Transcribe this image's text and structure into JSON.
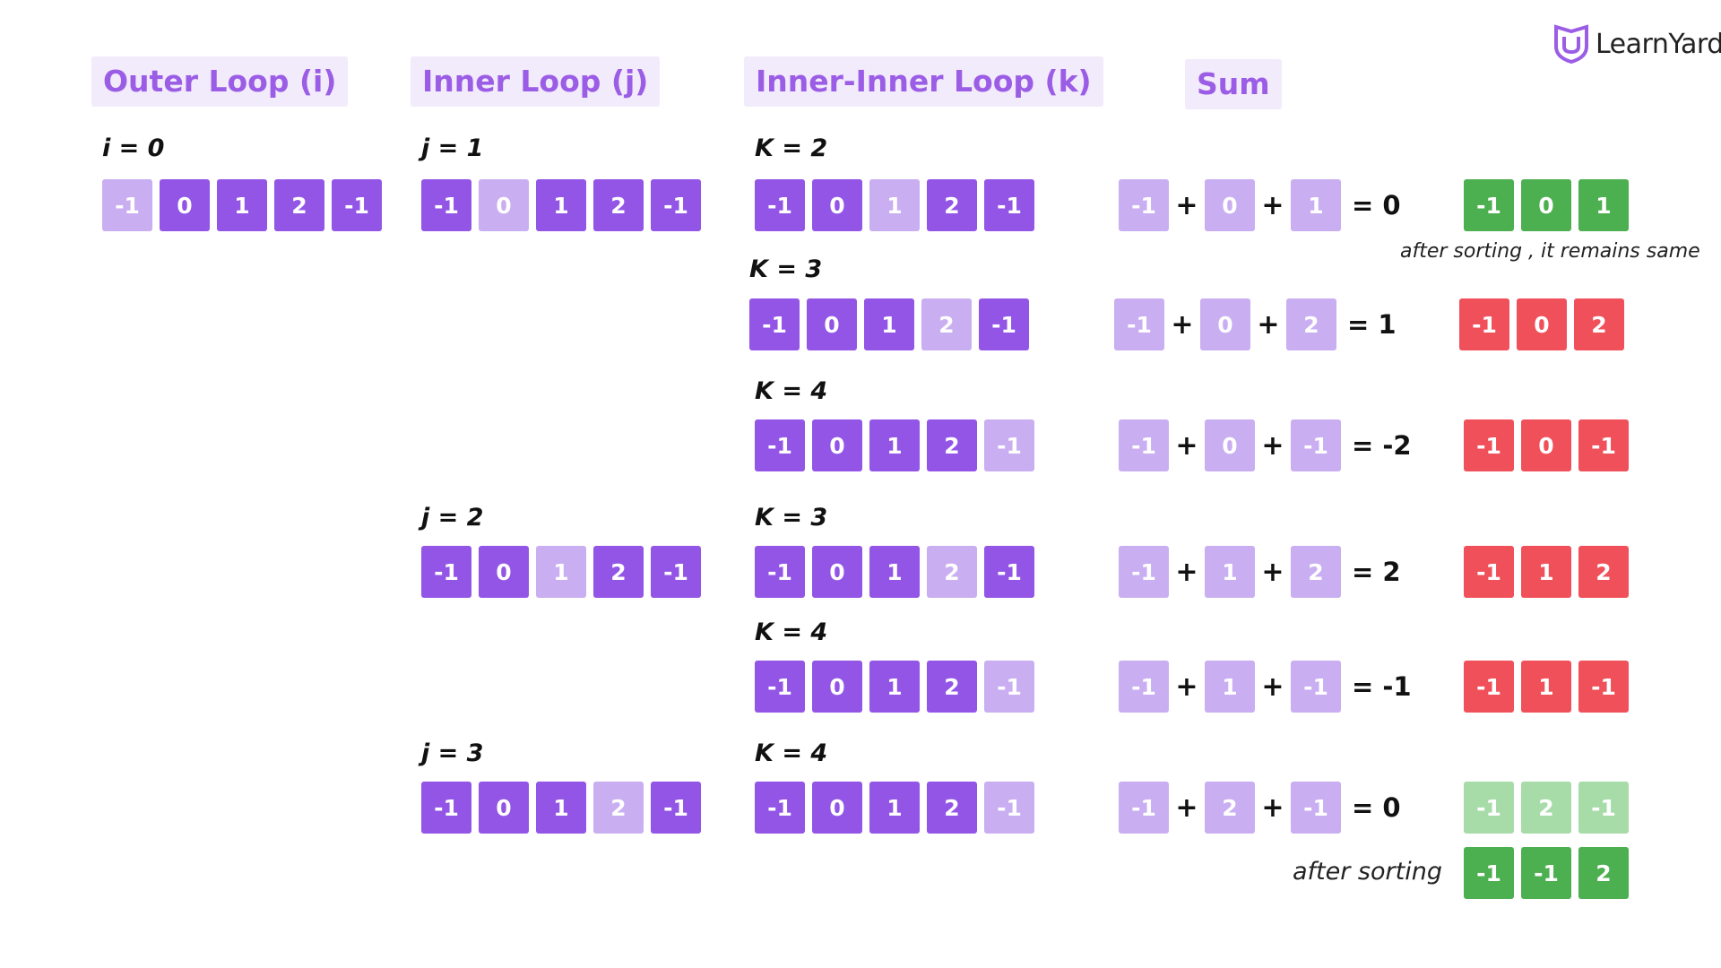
{
  "headers": {
    "outer": "Outer Loop (i)",
    "inner": "Inner Loop (j)",
    "inner_inner": "Inner-Inner Loop (k)",
    "sum": "Sum"
  },
  "logo": {
    "text": "LearnYard",
    "icon": "shield-u-logo-icon",
    "color": "#9b5de5"
  },
  "outer": {
    "label": "i = 0",
    "array": [
      "-1",
      "0",
      "1",
      "2",
      "-1"
    ],
    "highlight": 0
  },
  "inner": [
    {
      "label": "j = 1",
      "array": [
        "-1",
        "0",
        "1",
        "2",
        "-1"
      ],
      "highlight": 1
    },
    {
      "label": "j = 2",
      "array": [
        "-1",
        "0",
        "1",
        "2",
        "-1"
      ],
      "highlight": 2
    },
    {
      "label": "j = 3",
      "array": [
        "-1",
        "0",
        "1",
        "2",
        "-1"
      ],
      "highlight": 3
    }
  ],
  "inner_inner": [
    {
      "label": "K = 2",
      "array": [
        "-1",
        "0",
        "1",
        "2",
        "-1"
      ],
      "highlight": 2
    },
    {
      "label": "K = 3",
      "array": [
        "-1",
        "0",
        "1",
        "2",
        "-1"
      ],
      "highlight": 3
    },
    {
      "label": "K = 4",
      "array": [
        "-1",
        "0",
        "1",
        "2",
        "-1"
      ],
      "highlight": 4
    },
    {
      "label": "K = 3",
      "array": [
        "-1",
        "0",
        "1",
        "2",
        "-1"
      ],
      "highlight": 3
    },
    {
      "label": "K = 4",
      "array": [
        "-1",
        "0",
        "1",
        "2",
        "-1"
      ],
      "highlight": 4
    },
    {
      "label": "K = 4",
      "array": [
        "-1",
        "0",
        "1",
        "2",
        "-1"
      ],
      "highlight": 4
    }
  ],
  "sums": [
    {
      "terms": [
        "-1",
        "0",
        "1"
      ],
      "plus": "+",
      "result": "= 0"
    },
    {
      "terms": [
        "-1",
        "0",
        "2"
      ],
      "plus": "+",
      "result": "= 1"
    },
    {
      "terms": [
        "-1",
        "0",
        "-1"
      ],
      "plus": "+",
      "result": "= -2"
    },
    {
      "terms": [
        "-1",
        "1",
        "2"
      ],
      "plus": "+",
      "result": "= 2"
    },
    {
      "terms": [
        "-1",
        "1",
        "-1"
      ],
      "plus": "+",
      "result": "= -1"
    },
    {
      "terms": [
        "-1",
        "2",
        "-1"
      ],
      "plus": "+",
      "result": "= 0"
    }
  ],
  "outputs": [
    {
      "values": [
        "-1",
        "0",
        "1"
      ],
      "status": "valid",
      "color": "#4caf50"
    },
    {
      "values": [
        "-1",
        "0",
        "2"
      ],
      "status": "invalid",
      "color": "#f0505a"
    },
    {
      "values": [
        "-1",
        "0",
        "-1"
      ],
      "status": "invalid",
      "color": "#f0505a"
    },
    {
      "values": [
        "-1",
        "1",
        "2"
      ],
      "status": "invalid",
      "color": "#f0505a"
    },
    {
      "values": [
        "-1",
        "1",
        "-1"
      ],
      "status": "invalid",
      "color": "#f0505a"
    },
    {
      "values": [
        "-1",
        "2",
        "-1"
      ],
      "status": "unsorted",
      "color": "#a7dca9"
    },
    {
      "values": [
        "-1",
        "-1",
        "2"
      ],
      "status": "valid",
      "color": "#4caf50"
    }
  ],
  "notes": {
    "remains_same": "after sorting , it remains same",
    "after_sorting": "after sorting"
  },
  "colors": {
    "cell": "#9355e6",
    "highlight": "#c9aef1",
    "header_bg": "#f1ebfb",
    "header_text": "#9b5de5"
  }
}
